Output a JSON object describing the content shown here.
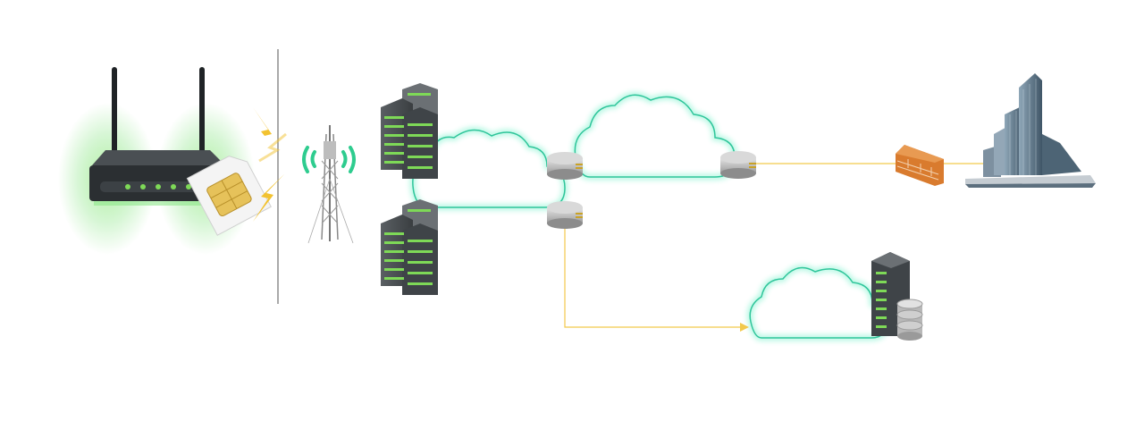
{
  "diagram": {
    "nodes": [
      {
        "id": "router",
        "icon": "wifi-router-icon"
      },
      {
        "id": "sim",
        "icon": "sim-card-icon"
      },
      {
        "id": "tower",
        "icon": "cell-tower-icon"
      },
      {
        "id": "server-rack-top",
        "icon": "server-rack-icon"
      },
      {
        "id": "server-rack-bottom",
        "icon": "server-rack-icon"
      },
      {
        "id": "cloud-carrier",
        "icon": "cloud-icon"
      },
      {
        "id": "cloud-transit",
        "icon": "cloud-icon"
      },
      {
        "id": "cloud-private",
        "icon": "cloud-icon"
      },
      {
        "id": "router-disk-1",
        "icon": "network-router-icon"
      },
      {
        "id": "router-disk-2",
        "icon": "network-router-icon"
      },
      {
        "id": "router-disk-3",
        "icon": "network-router-icon"
      },
      {
        "id": "firewall",
        "icon": "brick-firewall-icon"
      },
      {
        "id": "enterprise",
        "icon": "office-building-icon"
      },
      {
        "id": "data-center",
        "icon": "server-database-icon"
      }
    ],
    "links": [
      {
        "from": "router-disk-2",
        "to": "firewall"
      },
      {
        "from": "firewall",
        "to": "enterprise"
      },
      {
        "from": "router-disk-3",
        "to": "cloud-private"
      }
    ],
    "colors": {
      "link": "#f2c94c",
      "cloud_glow": "#66f0c4",
      "cloud_line": "#2ec59a",
      "signal": "#2ecc8f",
      "lightning": "#f2c230",
      "server_led": "#7ed957",
      "brick": "#d97b2e"
    }
  }
}
